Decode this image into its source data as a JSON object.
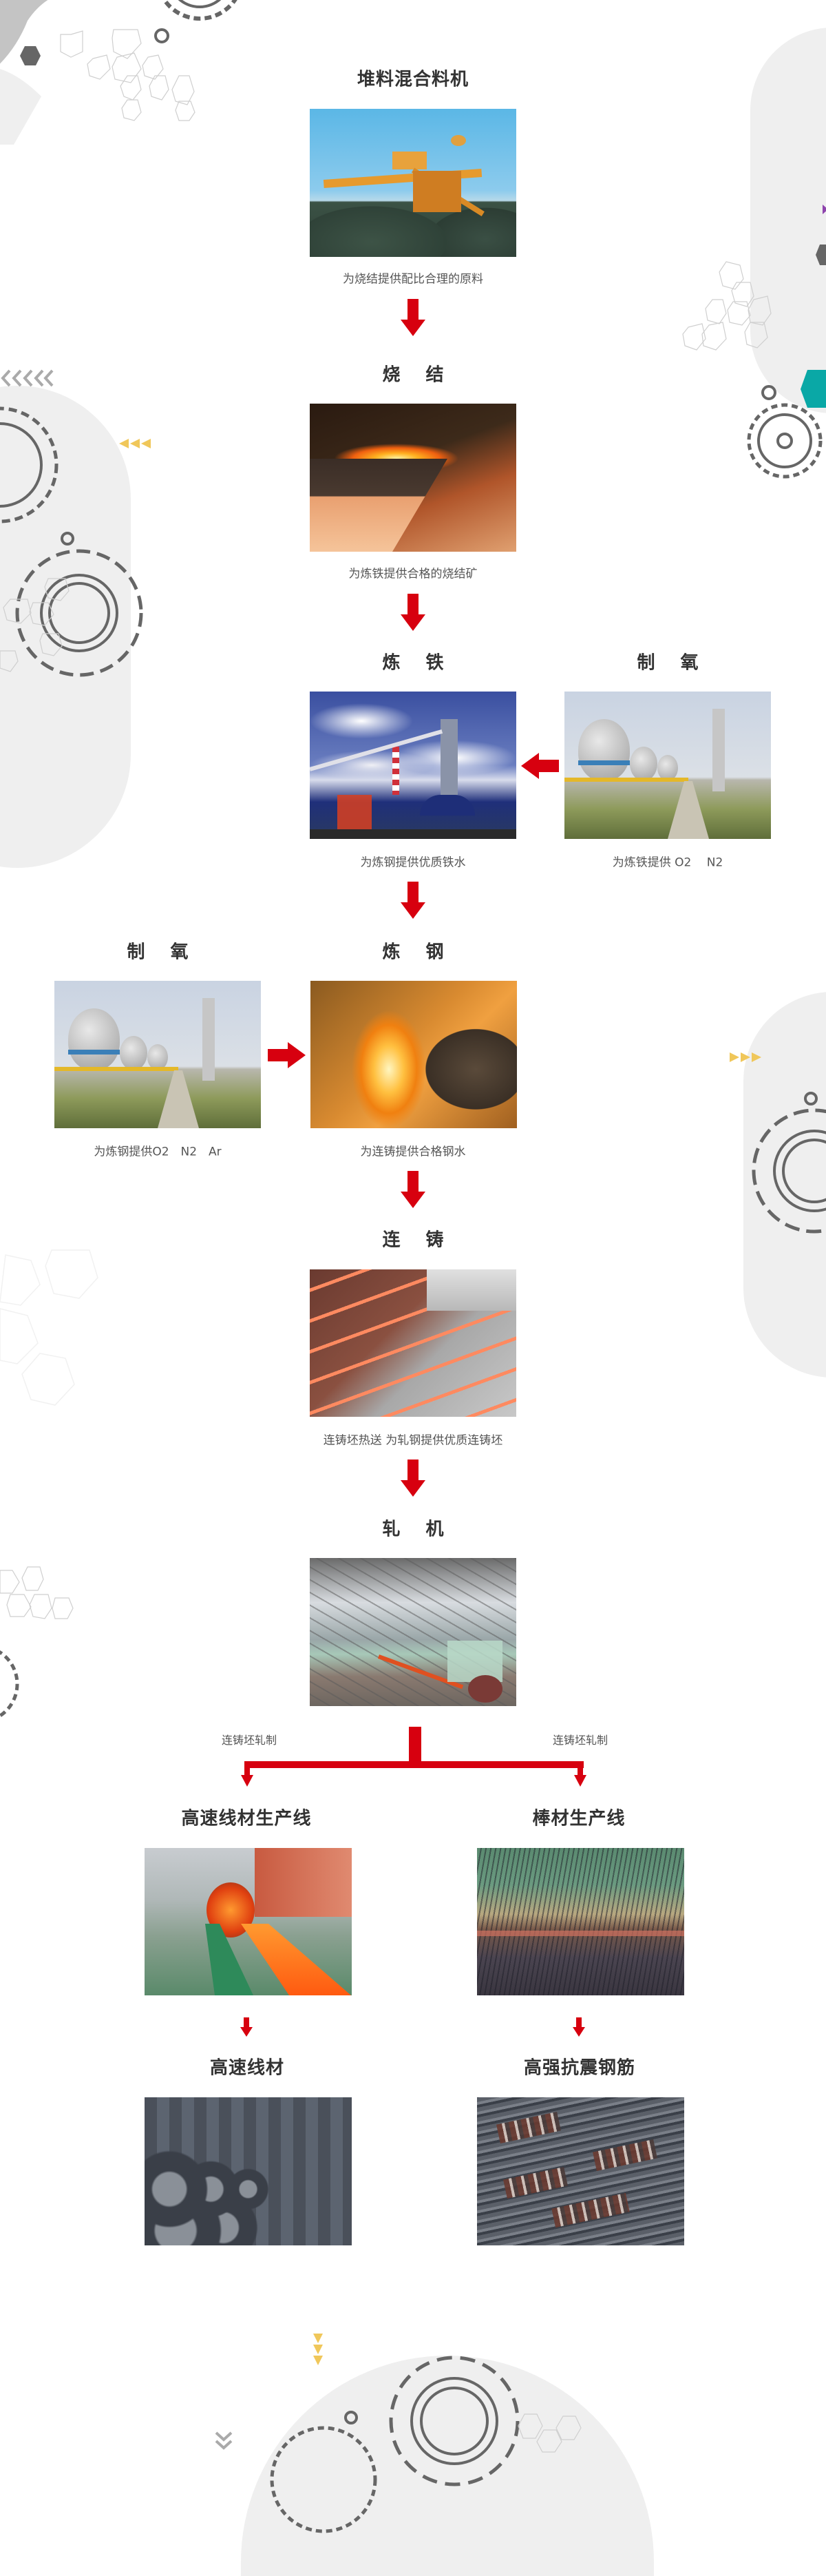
{
  "flow": {
    "stacker": {
      "title": "堆料混合料机",
      "caption": "为烧结提供配比合理的原料",
      "image": "bucket-wheel-stacker-photo"
    },
    "sintering": {
      "title": "烧 结",
      "caption": "为炼铁提供合格的烧结矿",
      "image": "sintering-machine-photo"
    },
    "ironmaking": {
      "title": "炼 铁",
      "caption": "为炼钢提供优质铁水",
      "image": "blast-furnace-photo"
    },
    "oxygen_for_iron": {
      "title": "制 氧",
      "caption": "为炼铁提供 O2　 N2",
      "image": "oxygen-plant-photo"
    },
    "oxygen_for_steel": {
      "title": "制 氧",
      "caption": "为炼钢提供O2　N2　Ar",
      "image": "oxygen-plant-photo"
    },
    "steelmaking": {
      "title": "炼 钢",
      "caption": "为连铸提供合格钢水",
      "image": "converter-pouring-photo"
    },
    "casting": {
      "title": "连 铸",
      "caption": "连铸坯热送 为轧钢提供优质连铸坯",
      "image": "continuous-caster-photo"
    },
    "rolling": {
      "title": "轧 机",
      "image": "rolling-mill-photo"
    },
    "branch_labels": [
      "连铸坯轧制",
      "连铸坯轧制"
    ],
    "branches": [
      {
        "line_title": "高速线材生产线",
        "line_image": "wire-rod-line-photo",
        "product_title": "高速线材",
        "product_image": "wire-rod-coils-photo"
      },
      {
        "line_title": "棒材生产线",
        "line_image": "bar-line-photo",
        "product_title": "高强抗震钢筋",
        "product_image": "rebar-bundles-photo"
      }
    ]
  },
  "colors": {
    "arrow": "#d7000f",
    "title": "#333333",
    "caption": "#555555",
    "accent_yellow": "#f0c75a",
    "gear_outline": "#666666",
    "background_shape": "#efefef",
    "teal_hex": "#0aa8a6"
  }
}
